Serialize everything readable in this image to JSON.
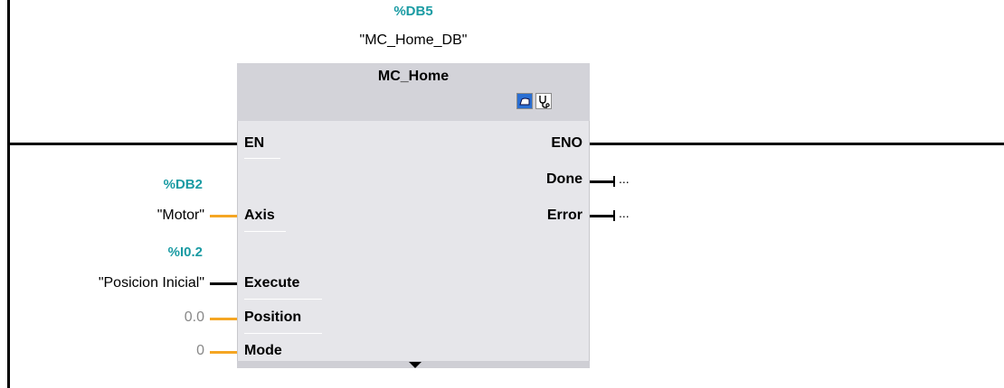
{
  "instance": {
    "address": "%DB5",
    "name": "\"MC_Home_DB\""
  },
  "block": {
    "title": "MC_Home",
    "icons": [
      "iron-icon",
      "stethoscope-icon"
    ]
  },
  "inputs": [
    {
      "pin": "EN"
    },
    {
      "pin": "Axis",
      "address": "%DB2",
      "param": "\"Motor\""
    },
    {
      "pin": "Execute",
      "address": "%I0.2",
      "param": "\"Posicion Inicial\""
    },
    {
      "pin": "Position",
      "param": "0.0"
    },
    {
      "pin": "Mode",
      "param": "0"
    }
  ],
  "outputs": [
    {
      "pin": "ENO"
    },
    {
      "pin": "Done",
      "param": "..."
    },
    {
      "pin": "Error",
      "param": "..."
    }
  ],
  "colors": {
    "address": "#1a9ba3",
    "wire_bool": "#000000",
    "wire_other": "#f5a623",
    "block_body": "#e6e6ea",
    "block_header": "#d3d3d9"
  }
}
